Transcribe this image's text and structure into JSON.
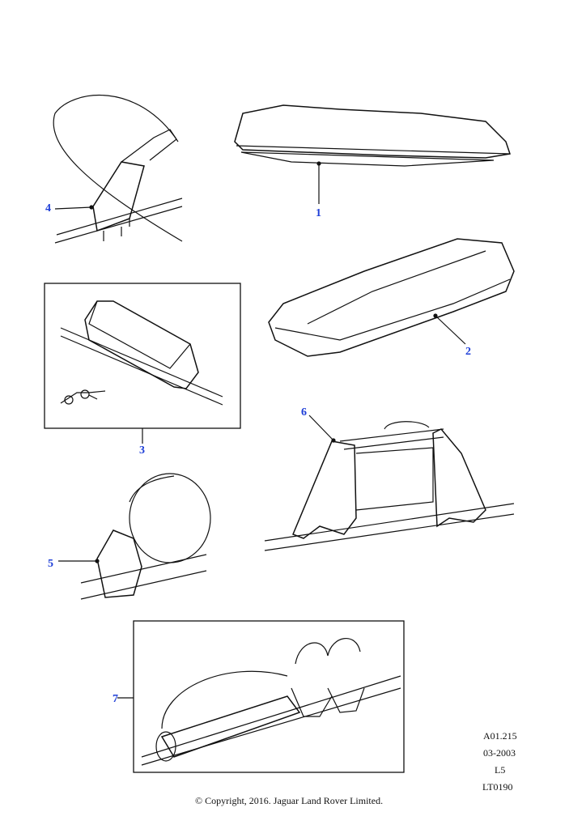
{
  "callouts": [
    {
      "id": "1",
      "label": "1"
    },
    {
      "id": "2",
      "label": "2"
    },
    {
      "id": "3",
      "label": "3"
    },
    {
      "id": "4",
      "label": "4"
    },
    {
      "id": "5",
      "label": "5"
    },
    {
      "id": "6",
      "label": "6"
    },
    {
      "id": "7",
      "label": "7"
    }
  ],
  "meta": {
    "ref": "A01.215",
    "date": "03-2003",
    "level": "L5",
    "code": "LT0190"
  },
  "copyright": "© Copyright, 2016. Jaguar Land Rover Limited.",
  "colors": {
    "callout": "#1f3fd8",
    "line": "#111111"
  }
}
